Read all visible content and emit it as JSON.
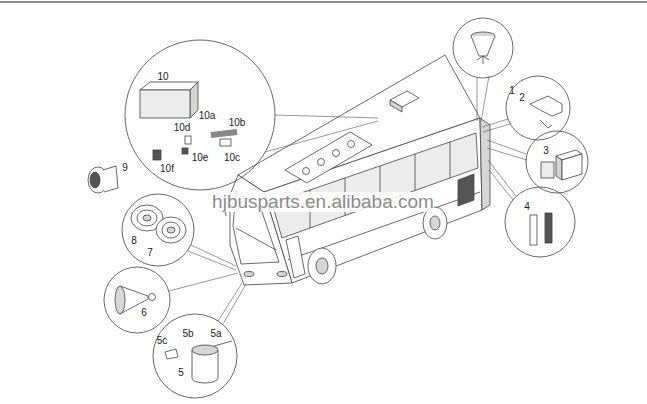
{
  "diagram": {
    "nodes": [
      {
        "text": [
          "10",
          "10a",
          "10d",
          "10b",
          "10c",
          "10e",
          "10f"
        ]
      },
      {
        "text": [
          "1"
        ]
      },
      {
        "text": [
          "2"
        ]
      },
      {
        "text": [
          "3"
        ]
      },
      {
        "text": [
          "4"
        ]
      },
      {
        "text": [
          "8",
          "7"
        ]
      },
      {
        "text": [
          "6"
        ]
      },
      {
        "text": [
          "5c",
          "5b",
          "5a",
          "5"
        ]
      }
    ],
    "labels": [
      "9",
      "hjbusparts.en.alibaba.com"
    ]
  }
}
